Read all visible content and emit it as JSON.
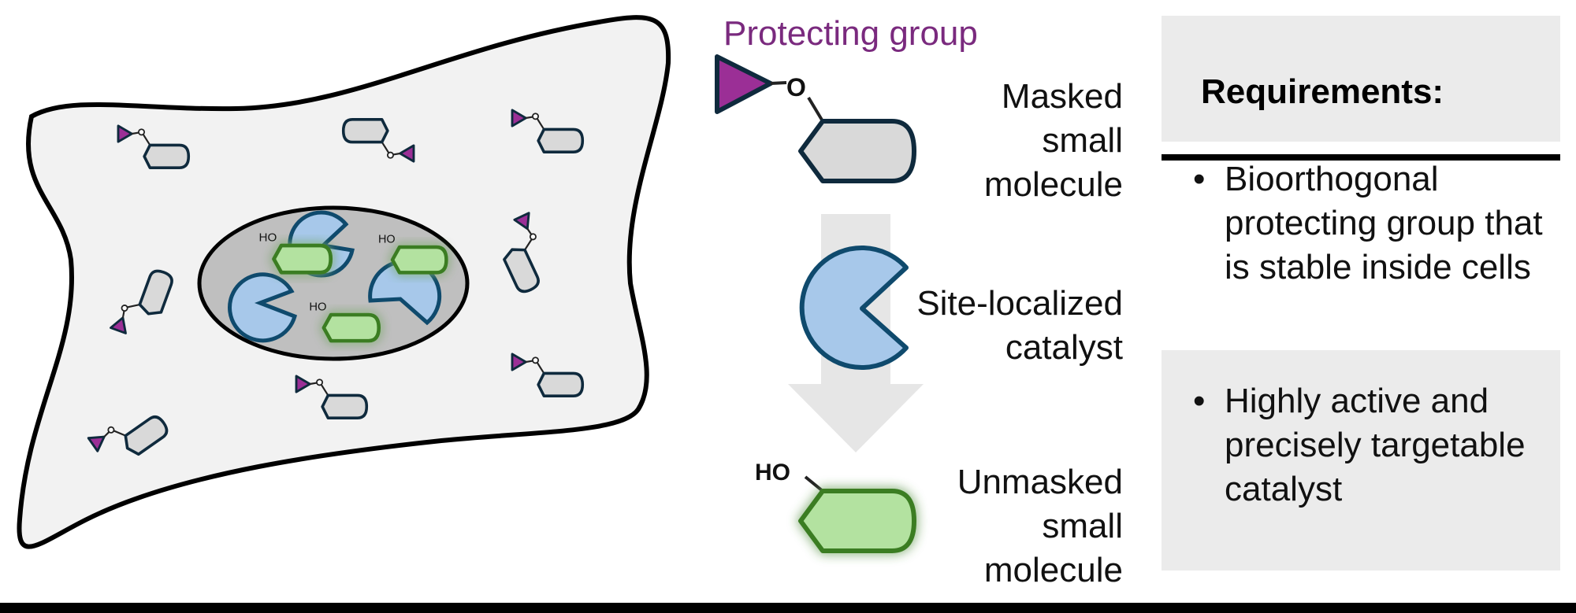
{
  "labels": {
    "protecting_group": "Protecting group",
    "hydroxyl": "O",
    "ho": "HO",
    "masked_line1": "Masked",
    "masked_line2": "small",
    "masked_line3": "molecule",
    "catalyst_line1": "Site-localized",
    "catalyst_line2": "catalyst",
    "unmasked_line1": "Unmasked",
    "unmasked_line2": "small",
    "unmasked_line3": "molecule"
  },
  "requirements": {
    "title": "Requirements:",
    "items": [
      "Bioorthogonal protecting group that is stable inside cells",
      "Highly active and precisely targetable catalyst"
    ]
  },
  "colors": {
    "protecting_group": "#9b2f96",
    "masked_molecule": "#d9d9d9",
    "unmasked_molecule": "#b3e2a0",
    "catalyst": "#a7c8ea",
    "outline": "#0f2a3d",
    "cell": "#f2f2f2",
    "nucleus": "#bfbfbf",
    "green_outline": "#3a7d22"
  }
}
